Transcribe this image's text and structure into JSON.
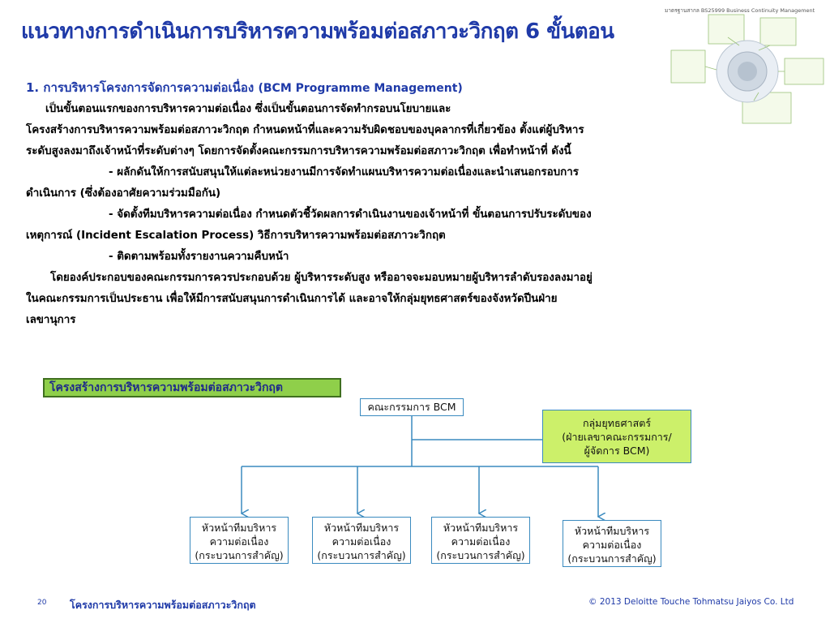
{
  "title": "แนวทางการดำเนินการบริหารความพร้อมต่อสภาวะวิกฤต 6 ขั้นตอน",
  "thumbnail": {
    "caption": "มาตรฐานสากล BS25999 Business Continuity Management"
  },
  "section": {
    "number": "1.",
    "heading_th": "การบริหารโครงการจัดการความต่อเนื่อง",
    "heading_en": "(BCM Programme Management)"
  },
  "paragraph": [
    "เป็นขั้นตอนแรกของการบริหารความต่อเนื่อง ซึ่งเป็นขั้นตอนการจัดทำกรอบนโยบายและ",
    "โครงสร้างการบริหารความพร้อมต่อสภาวะวิกฤต กำหนดหน้าที่และความรับผิดชอบของบุคลากรที่เกี่ยวข้อง ตั้งแต่ผู้บริหาร",
    "ระดับสูงลงมาถึงเจ้าหน้าที่ระดับต่างๆ โดยการจัดตั้งคณะกรรมการบริหารความพร้อมต่อสภาวะวิกฤต เพื่อทำหน้าที่ ดังนี้",
    "- ผลักดันให้การสนับสนุนให้แต่ละหน่วยงานมีการจัดทำแผนบริหารความต่อเนื่องและนำเสนอกรอบการ",
    "ดำเนินการ (ซึ่งต้องอาศัยความร่วมมือกัน)",
    "- จัดตั้งทีมบริหารความต่อเนื่อง กำหนดตัวชี้วัดผลการดำเนินงานของเจ้าหน้าที่ ขั้นตอนการปรับระดับของ",
    "เหตุการณ์ (Incident Escalation Process) วิธีการบริหารความพร้อมต่อสภาวะวิกฤต",
    "- ติดตามพร้อมทั้งรายงานความคืบหน้า",
    "โดยองค์ประกอบของคณะกรรมการควรประกอบด้วย ผู้บริหารระดับสูง หรืออาจจะมอบหมายผู้บริหารลำดับรองลงมาอยู่",
    "ในคณะกรรมการเป็นประธาน เพื่อให้มีการสนับสนุนการดำเนินการได้ และอาจให้กลุ่มยุทธศาสตร์ของจังหวัดปีนฝ่าย",
    "เลขานุการ"
  ],
  "structure_label": "โครงสร้างการบริหารความพร้อมต่อสภาวะวิกฤต",
  "org": {
    "top": "คณะกรรมการ BCM",
    "strategy": [
      "กลุ่มยุทธศาสตร์",
      "(ฝ่ายเลขาคณะกรรมการ/",
      "ผู้จัดการ BCM)"
    ],
    "teams": [
      [
        "หัวหน้าทีมบริหาร",
        "ความต่อเนื่อง",
        "(กระบวนการสำคัญ)"
      ],
      [
        "หัวหน้าทีมบริหาร",
        "ความต่อเนื่อง",
        "(กระบวนการสำคัญ)"
      ],
      [
        "หัวหน้าทีมบริหาร",
        "ความต่อเนื่อง",
        "(กระบวนการสำคัญ)"
      ],
      [
        "หัวหน้าทีมบริหาร",
        "ความต่อเนื่อง",
        "(กระบวนการสำคัญ)"
      ]
    ]
  },
  "footer": {
    "page": "20",
    "title": "โครงการบริหารความพร้อมต่อสภาวะวิกฤต",
    "copyright": "© 2013 Deloitte Touche Tohmatsu Jaiyos Co. Ltd"
  },
  "colors": {
    "title": "#1f3aa8",
    "green": "#8fcf4a",
    "lime": "#ccf06a",
    "line": "#3a8abf"
  }
}
